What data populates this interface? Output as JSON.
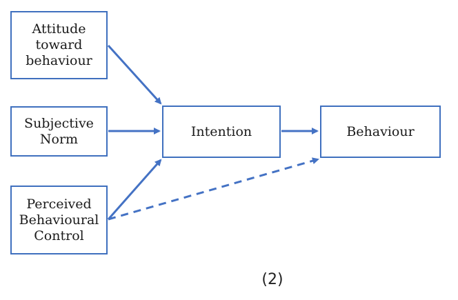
{
  "nodes": {
    "attitude": "Attitude\ntoward\nbehaviour",
    "subjective_norm": "Subjective\nNorm",
    "perceived_control": "Perceived\nBehavioural\nControl",
    "intention": "Intention",
    "behaviour": "Behaviour"
  },
  "edges": [
    {
      "from": "attitude",
      "to": "intention",
      "style": "solid"
    },
    {
      "from": "subjective_norm",
      "to": "intention",
      "style": "solid"
    },
    {
      "from": "perceived_control",
      "to": "intention",
      "style": "solid"
    },
    {
      "from": "intention",
      "to": "behaviour",
      "style": "solid"
    },
    {
      "from": "perceived_control",
      "to": "behaviour",
      "style": "dashed"
    }
  ],
  "caption": "(2)",
  "colors": {
    "border": "#3e6fbe",
    "arrow": "#4472c4",
    "text": "#1a1a1a"
  }
}
